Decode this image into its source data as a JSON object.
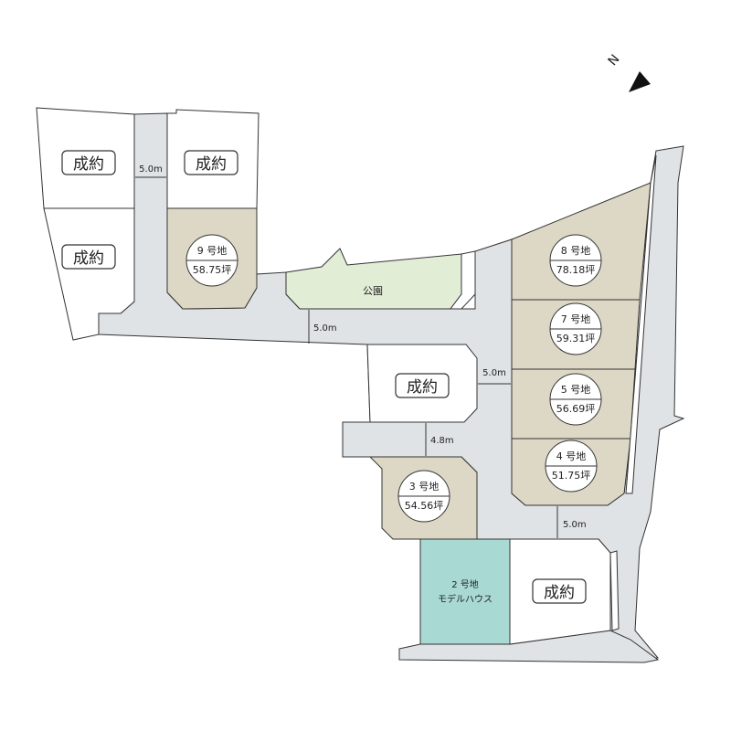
{
  "map": {
    "sold_label": "成約",
    "park_label": "公園",
    "north_label": "N",
    "lots": [
      {
        "id": "9",
        "name": "9 号地",
        "area": "58.75坪"
      },
      {
        "id": "8",
        "name": "8 号地",
        "area": "78.18坪"
      },
      {
        "id": "7",
        "name": "7 号地",
        "area": "59.31坪"
      },
      {
        "id": "5",
        "name": "5 号地",
        "area": "56.69坪"
      },
      {
        "id": "4",
        "name": "4 号地",
        "area": "51.75坪"
      },
      {
        "id": "3",
        "name": "3 号地",
        "area": "54.56坪"
      }
    ],
    "model_house": {
      "name": "2 号地",
      "label": "モデルハウス"
    },
    "dimensions": [
      "5.0m",
      "5.0m",
      "5.0m",
      "4.8m",
      "5.0m"
    ],
    "colors": {
      "road": "#dfe3e6",
      "available": "#ddd8c6",
      "park": "#e2edd6",
      "model": "#a9d9d3"
    }
  }
}
